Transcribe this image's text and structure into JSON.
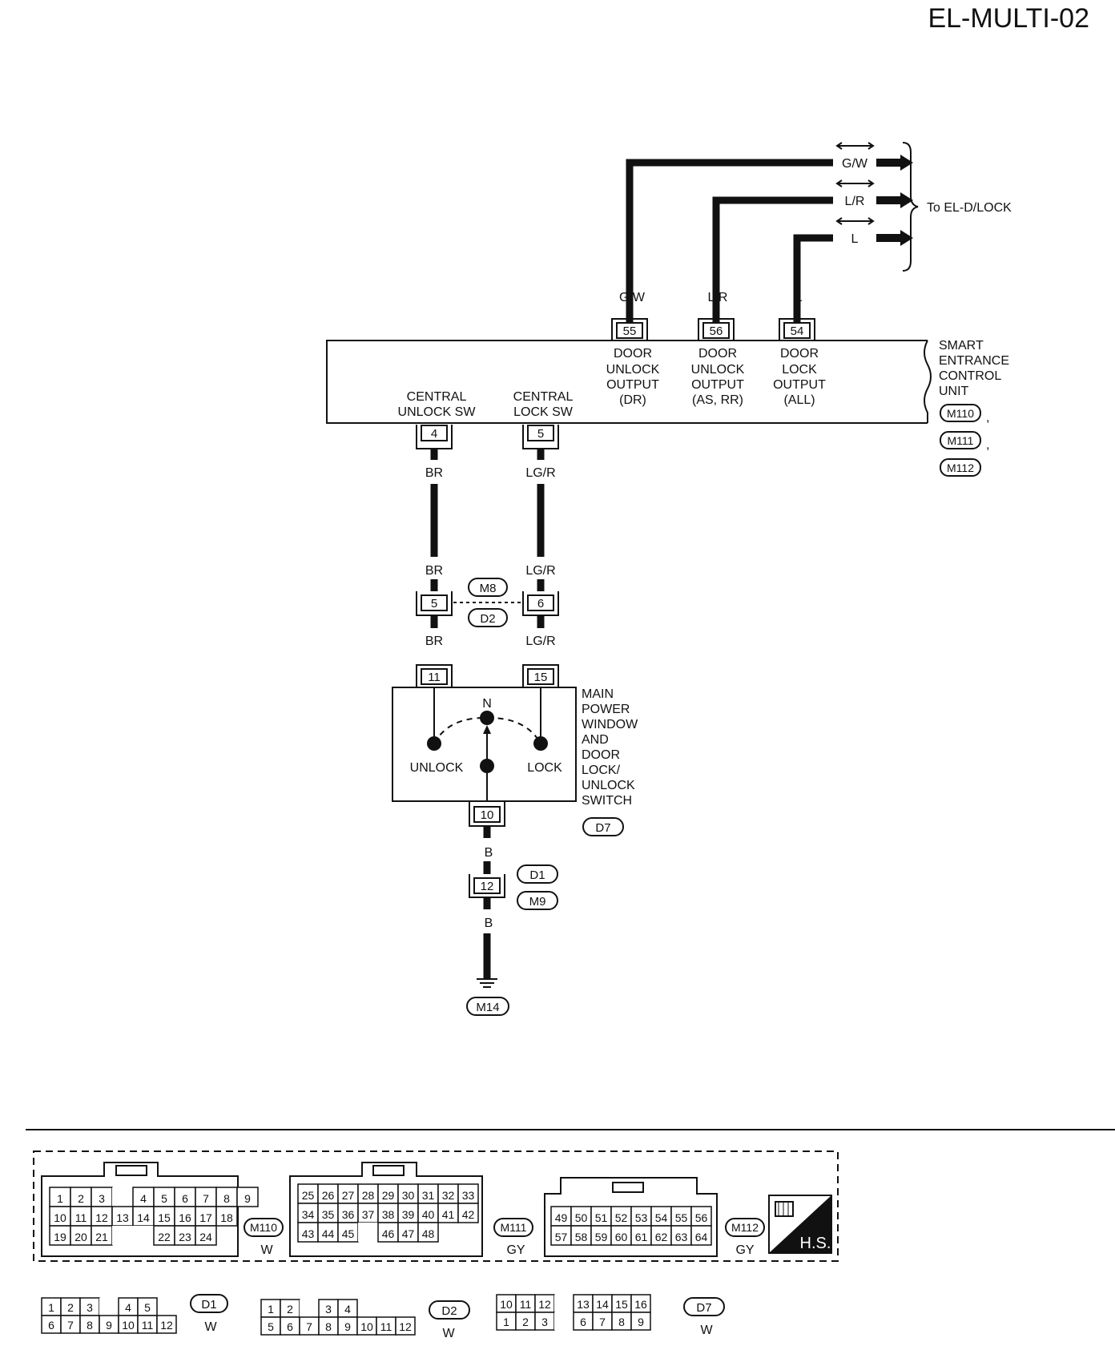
{
  "page_title": "EL-MULTI-02",
  "destination_label": "To EL-D/LOCK",
  "output_wires": [
    {
      "color": "G/W",
      "terminal": "55",
      "label": [
        "DOOR",
        "UNLOCK",
        "OUTPUT",
        "(DR)"
      ]
    },
    {
      "color": "L/R",
      "terminal": "56",
      "label": [
        "DOOR",
        "UNLOCK",
        "OUTPUT",
        "(AS, RR)"
      ]
    },
    {
      "color": "L",
      "terminal": "54",
      "label": [
        "DOOR",
        "LOCK",
        "OUTPUT",
        "(ALL)"
      ]
    }
  ],
  "control_unit": {
    "name_lines": [
      "SMART",
      "ENTRANCE",
      "CONTROL",
      "UNIT"
    ],
    "connectors": [
      "M110",
      "M111",
      "M112"
    ]
  },
  "inputs": [
    {
      "label": [
        "CENTRAL",
        "UNLOCK SW"
      ],
      "terminal": "4",
      "wire": "BR"
    },
    {
      "label": [
        "CENTRAL",
        "LOCK SW"
      ],
      "terminal": "5",
      "wire": "LG/R"
    }
  ],
  "joint": {
    "terminals": [
      "5",
      "6"
    ],
    "connectors": [
      "M8",
      "D2"
    ],
    "wires_above": [
      "BR",
      "LG/R"
    ],
    "wires_below": [
      "BR",
      "LG/R"
    ]
  },
  "switch": {
    "name_lines": [
      "MAIN",
      "POWER",
      "WINDOW",
      "AND",
      "DOOR",
      "LOCK/",
      "UNLOCK",
      "SWITCH"
    ],
    "connector": "D7",
    "terminals": [
      "11",
      "15",
      "10"
    ],
    "positions": {
      "neutral": "N",
      "unlock": "UNLOCK",
      "lock": "LOCK"
    }
  },
  "ground_path": {
    "wire_top": "B",
    "terminal": "12",
    "connectors": [
      "D1",
      "M9"
    ],
    "wire_bottom": "B",
    "ground_connector": "M14"
  },
  "connector_views": {
    "m110": {
      "id": "M110",
      "color": "W",
      "rows": [
        [
          "1",
          "2",
          "3",
          "",
          "4",
          "5",
          "6",
          "7",
          "8",
          "9"
        ],
        [
          "10",
          "11",
          "12",
          "13",
          "14",
          "15",
          "16",
          "17",
          "18"
        ],
        [
          "19",
          "20",
          "21",
          "",
          "",
          "22",
          "23",
          "24"
        ]
      ]
    },
    "m111": {
      "id": "M111",
      "color": "GY",
      "rows": [
        [
          "25",
          "26",
          "27",
          "28",
          "29",
          "30",
          "31",
          "32",
          "33"
        ],
        [
          "34",
          "35",
          "36",
          "37",
          "38",
          "39",
          "40",
          "41",
          "42"
        ],
        [
          "43",
          "44",
          "45",
          "",
          "46",
          "47",
          "48"
        ]
      ]
    },
    "m112": {
      "id": "M112",
      "color": "GY",
      "rows": [
        [
          "49",
          "50",
          "51",
          "52",
          "53",
          "54",
          "55",
          "56"
        ],
        [
          "57",
          "58",
          "59",
          "60",
          "61",
          "62",
          "63",
          "64"
        ]
      ]
    },
    "hs_label": "H.S.",
    "d1": {
      "id": "D1",
      "color": "W",
      "rows": [
        [
          "1",
          "2",
          "3",
          "",
          "4",
          "5"
        ],
        [
          "6",
          "7",
          "8",
          "9",
          "10",
          "11",
          "12"
        ]
      ]
    },
    "d2": {
      "id": "D2",
      "color": "W",
      "rows": [
        [
          "1",
          "2",
          "",
          "3",
          "4"
        ],
        [
          "5",
          "6",
          "7",
          "8",
          "9",
          "10",
          "11",
          "12"
        ]
      ]
    },
    "d7": {
      "id": "D7",
      "color": "W",
      "rows": [
        [
          "10",
          "11",
          "12",
          "",
          "13",
          "14",
          "15",
          "16"
        ],
        [
          "1",
          "2",
          "3",
          "",
          "6",
          "7",
          "8",
          "9"
        ]
      ]
    }
  }
}
